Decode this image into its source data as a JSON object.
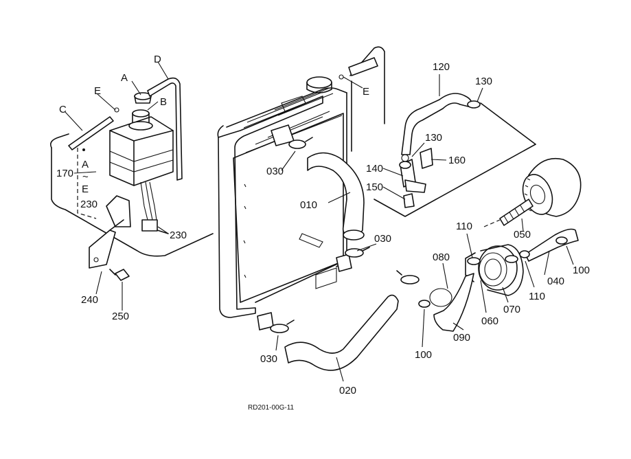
{
  "callouts": {
    "c010": "010",
    "c020": "020",
    "c030a": "030",
    "c030b": "030",
    "c030c": "030",
    "c040": "040",
    "c050": "050",
    "c060": "060",
    "c070": "070",
    "c080": "080",
    "c090": "090",
    "c100a": "100",
    "c100b": "100",
    "c110a": "110",
    "c110b": "110",
    "c120": "120",
    "c130a": "130",
    "c130b": "130",
    "c140": "140",
    "c150": "150",
    "c160": "160",
    "c170": "170",
    "c230a": "230",
    "c230b": "230",
    "c240": "240",
    "c250": "250",
    "A": "A",
    "A2": "A",
    "B": "B",
    "C": "C",
    "D": "D",
    "E1": "E",
    "E2": "E",
    "E3": "E",
    "range_sep": "~"
  },
  "drawing_code": "RD201-00G-11"
}
